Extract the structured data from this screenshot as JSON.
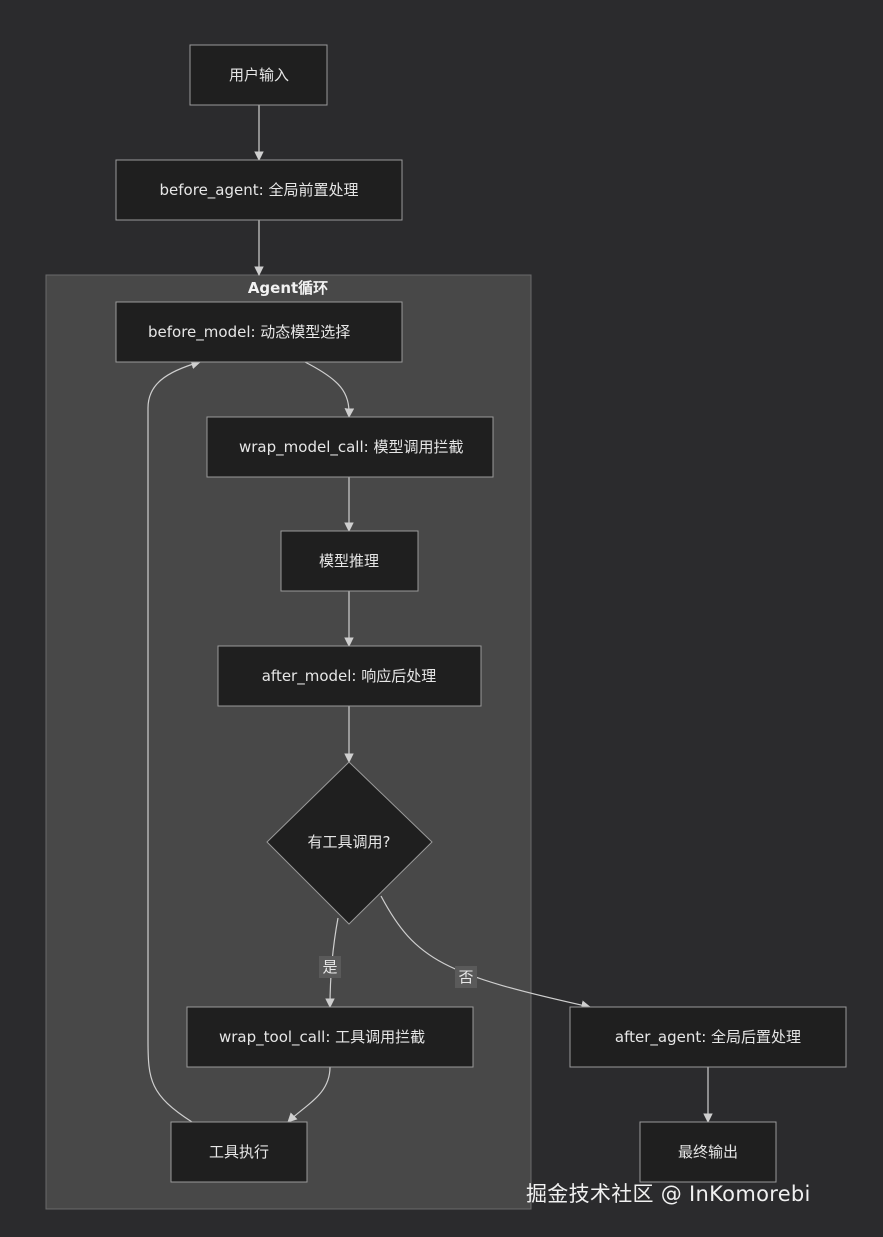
{
  "cluster": {
    "title": "Agent循环"
  },
  "nodes": {
    "user_input": "用户输入",
    "before_agent": "before_agent: 全局前置处理",
    "before_model": "before_model: 动态模型选择",
    "wrap_model_call": "wrap_model_call: 模型调用拦截",
    "model_inference": "模型推理",
    "after_model": "after_model: 响应后处理",
    "has_tool_call": "有工具调用?",
    "wrap_tool_call": "wrap_tool_call: 工具调用拦截",
    "tool_exec": "工具执行",
    "after_agent": "after_agent: 全局后置处理",
    "final_output": "最终输出"
  },
  "edges": {
    "yes_label": "是",
    "no_label": "否"
  },
  "watermark": "掘金技术社区 @ InKomorebi"
}
